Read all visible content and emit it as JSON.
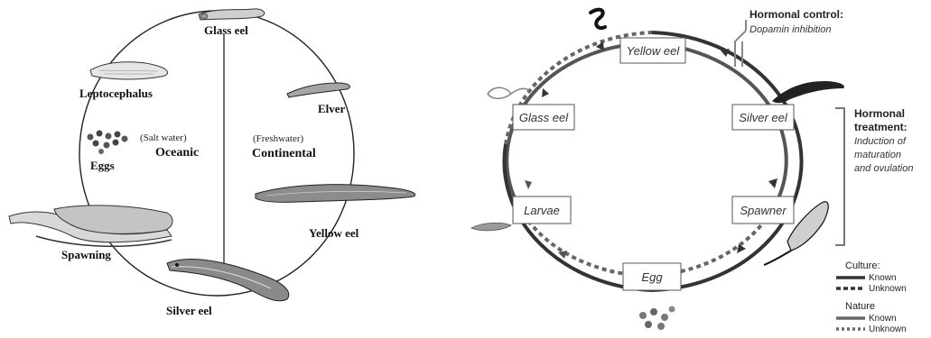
{
  "left_diagram": {
    "stages": {
      "glass_eel": "Glass eel",
      "leptocephalus": "Leptocephalus",
      "eggs": "Eggs",
      "spawning": "Spawning",
      "silver_eel": "Silver eel",
      "yellow_eel": "Yellow eel",
      "elver": "Elver"
    },
    "zones": {
      "oceanic_note": "(Salt water)",
      "oceanic": "Oceanic",
      "continental_note": "(Freshwater)",
      "continental": "Continental"
    }
  },
  "right_diagram": {
    "stages": {
      "yellow_eel": "Yellow eel",
      "silver_eel": "Silver eel",
      "spawner": "Spawner",
      "egg": "Egg",
      "larvae": "Larvae",
      "glass_eel": "Glass eel"
    },
    "hormonal_control": {
      "title": "Hormonal control:",
      "subtitle": "Dopamin inhibition"
    },
    "hormonal_treatment": {
      "title_line1": "Hormonal",
      "title_line2": "treatment:",
      "line1": "Induction of",
      "line2": "maturation",
      "line3": "and ovulation"
    },
    "legend": {
      "culture_title": "Culture:",
      "nature_title": "Nature",
      "known": "Known",
      "unknown": "Unknown"
    }
  }
}
